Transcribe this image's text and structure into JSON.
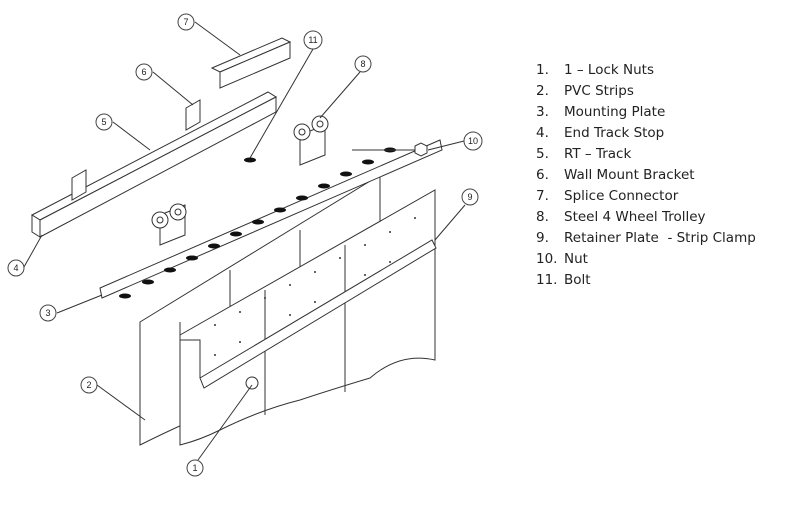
{
  "callouts": [
    "1",
    "2",
    "3",
    "4",
    "5",
    "6",
    "7",
    "8",
    "9",
    "10",
    "11"
  ],
  "legend": [
    {
      "num": "1.",
      "label": "1 – Lock Nuts"
    },
    {
      "num": "2.",
      "label": "PVC Strips"
    },
    {
      "num": "3.",
      "label": "Mounting Plate"
    },
    {
      "num": "4.",
      "label": "End Track Stop"
    },
    {
      "num": "5.",
      "label": "RT – Track"
    },
    {
      "num": "6.",
      "label": "Wall Mount Bracket"
    },
    {
      "num": "7.",
      "label": "Splice Connector"
    },
    {
      "num": "8.",
      "label": "Steel 4 Wheel Trolley"
    },
    {
      "num": "9.",
      "label": "Retainer Plate  - Strip Clamp"
    },
    {
      "num": "10.",
      "label": "Nut"
    },
    {
      "num": "11.",
      "label": "Bolt"
    }
  ]
}
